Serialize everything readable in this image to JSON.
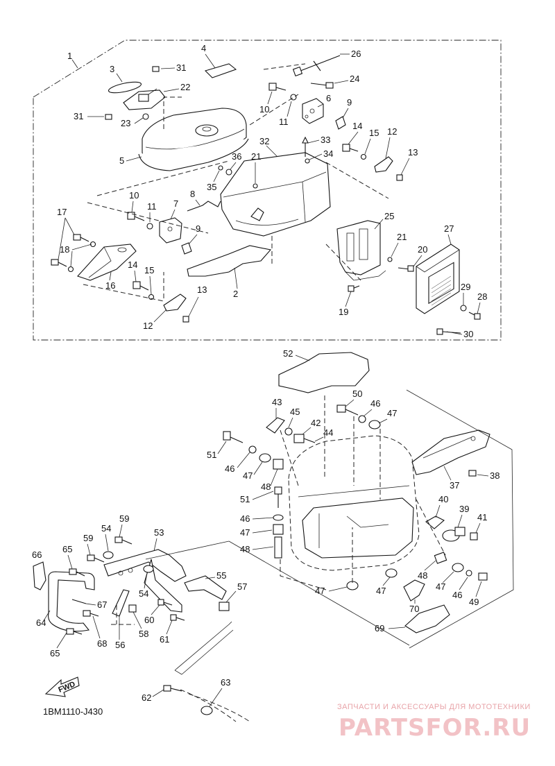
{
  "callouts": {
    "c1": "1",
    "c2": "2",
    "c3": "3",
    "c4": "4",
    "c5": "5",
    "c6": "6",
    "c7": "7",
    "c8": "8",
    "c9a": "9",
    "c9b": "9",
    "c10a": "10",
    "c10b": "10",
    "c11a": "11",
    "c11b": "11",
    "c12a": "12",
    "c12b": "12",
    "c13a": "13",
    "c13b": "13",
    "c14a": "14",
    "c14b": "14",
    "c15a": "15",
    "c15b": "15",
    "c16": "16",
    "c17": "17",
    "c18": "18",
    "c19": "19",
    "c20": "20",
    "c21a": "21",
    "c21b": "21",
    "c22": "22",
    "c23": "23",
    "c24": "24",
    "c25": "25",
    "c26": "26",
    "c27": "27",
    "c28": "28",
    "c29": "29",
    "c30": "30",
    "c31a": "31",
    "c31b": "31",
    "c32": "32",
    "c33": "33",
    "c34": "34",
    "c35": "35",
    "c36": "36",
    "c37": "37",
    "c38": "38",
    "c39": "39",
    "c40": "40",
    "c41": "41",
    "c42": "42",
    "c43": "43",
    "c44": "44",
    "c45": "45",
    "c46a": "46",
    "c46b": "46",
    "c46c": "46",
    "c46d": "46",
    "c47a": "47",
    "c47b": "47",
    "c47c": "47",
    "c47d": "47",
    "c47e": "47",
    "c47f": "47",
    "c48a": "48",
    "c48b": "48",
    "c48c": "48",
    "c49": "49",
    "c50": "50",
    "c51a": "51",
    "c51b": "51",
    "c52": "52",
    "c53": "53",
    "c54a": "54",
    "c54b": "54",
    "c55": "55",
    "c56": "56",
    "c57": "57",
    "c58": "58",
    "c59a": "59",
    "c59b": "59",
    "c60": "60",
    "c61": "61",
    "c62": "62",
    "c63": "63",
    "c64": "64",
    "c65a": "65",
    "c65b": "65",
    "c66": "66",
    "c67": "67",
    "c68": "68",
    "c69": "69",
    "c70": "70"
  },
  "fwd_label": "FWD",
  "drawing_code": "1BM1110-J430",
  "watermark": {
    "tagline": "ЗАПЧАСТИ И АКСЕССУАРЫ ДЛЯ МОТОТЕХНИКИ",
    "brand": "PARTSFOR.RU"
  }
}
